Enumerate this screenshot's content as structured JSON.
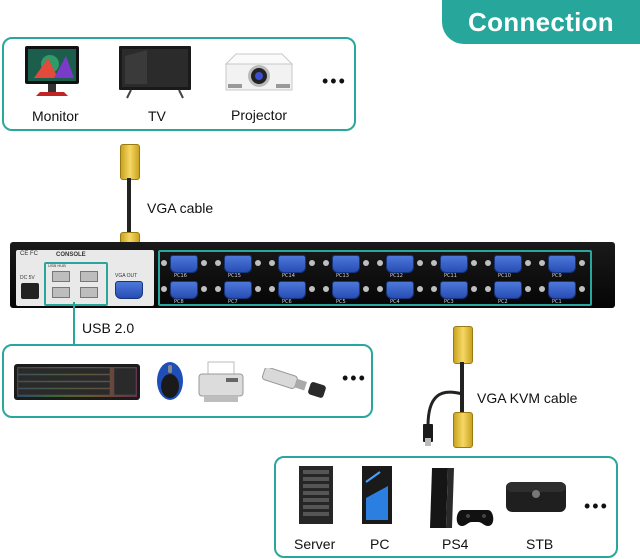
{
  "title": "Connection",
  "displays": {
    "items": [
      {
        "label": "Monitor",
        "icon": "monitor-icon"
      },
      {
        "label": "TV",
        "icon": "tv-icon"
      },
      {
        "label": "Projector",
        "icon": "projector-icon"
      }
    ],
    "more": "•••"
  },
  "cables": {
    "vga": "VGA cable",
    "usb": "USB 2.0",
    "kvm": "VGA KVM cable"
  },
  "switch": {
    "brand_marks": "CE FC",
    "console": "CONSOLE",
    "dc": "DC 5V",
    "usb_mark": "USB HUB",
    "vga_out": "VGA OUT",
    "top_ports": [
      "PC16",
      "PC15",
      "PC14",
      "PC13",
      "PC12",
      "PC11",
      "PC10",
      "PC9"
    ],
    "bottom_ports": [
      "PC8",
      "PC7",
      "PC6",
      "PC5",
      "PC4",
      "PC3",
      "PC2",
      "PC1"
    ]
  },
  "peripherals": {
    "items": [
      {
        "icon": "keyboard-icon"
      },
      {
        "icon": "mouse-icon"
      },
      {
        "icon": "printer-icon"
      },
      {
        "icon": "usb-drive-icon"
      }
    ],
    "more": "•••"
  },
  "sources": {
    "items": [
      {
        "label": "Server",
        "icon": "server-icon"
      },
      {
        "label": "PC",
        "icon": "pc-tower-icon"
      },
      {
        "label": "PS4",
        "icon": "ps4-icon"
      },
      {
        "label": "STB",
        "icon": "stb-icon"
      }
    ],
    "more": "•••"
  },
  "colors": {
    "accent": "#2aa79d",
    "port": "#2f58c4",
    "plug": "#e8c440"
  }
}
